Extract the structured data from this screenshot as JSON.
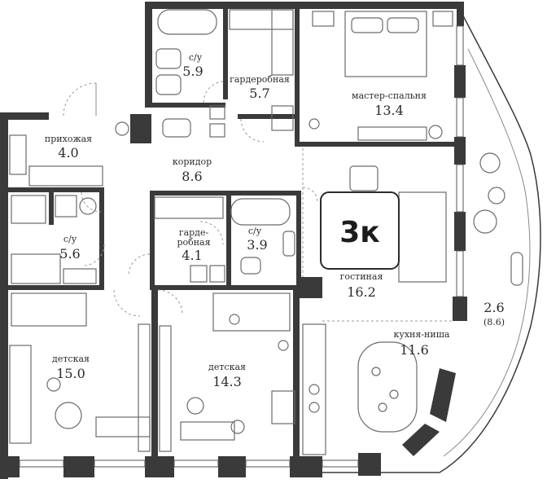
{
  "plan": {
    "type_badge": "3к",
    "rooms": [
      {
        "id": "bath-1",
        "name": "с/у",
        "area": "5.9"
      },
      {
        "id": "wardrobe",
        "name": "гардеробная",
        "area": "5.7"
      },
      {
        "id": "master-bedroom",
        "name": "мастер-спальня",
        "area": "13.4"
      },
      {
        "id": "hallway",
        "name": "прихожая",
        "area": "4.0"
      },
      {
        "id": "corridor",
        "name": "коридор",
        "area": "8.6"
      },
      {
        "id": "bath-2",
        "name": "с/у",
        "area": "5.6"
      },
      {
        "id": "small-wardrobe",
        "name_line1": "гарде-",
        "name_line2": "робная",
        "area": "4.1"
      },
      {
        "id": "bath-3",
        "name": "с/у",
        "area": "3.9"
      },
      {
        "id": "living-room",
        "name": "гостиная",
        "area": "16.2"
      },
      {
        "id": "balcony",
        "area": "2.6",
        "area_full": "(8.6)"
      },
      {
        "id": "kitchen-niche",
        "name": "кухня-ниша",
        "area": "11.6"
      },
      {
        "id": "kids-room-1",
        "name": "детская",
        "area": "15.0"
      },
      {
        "id": "kids-room-2",
        "name": "детская",
        "area": "14.3"
      }
    ]
  }
}
